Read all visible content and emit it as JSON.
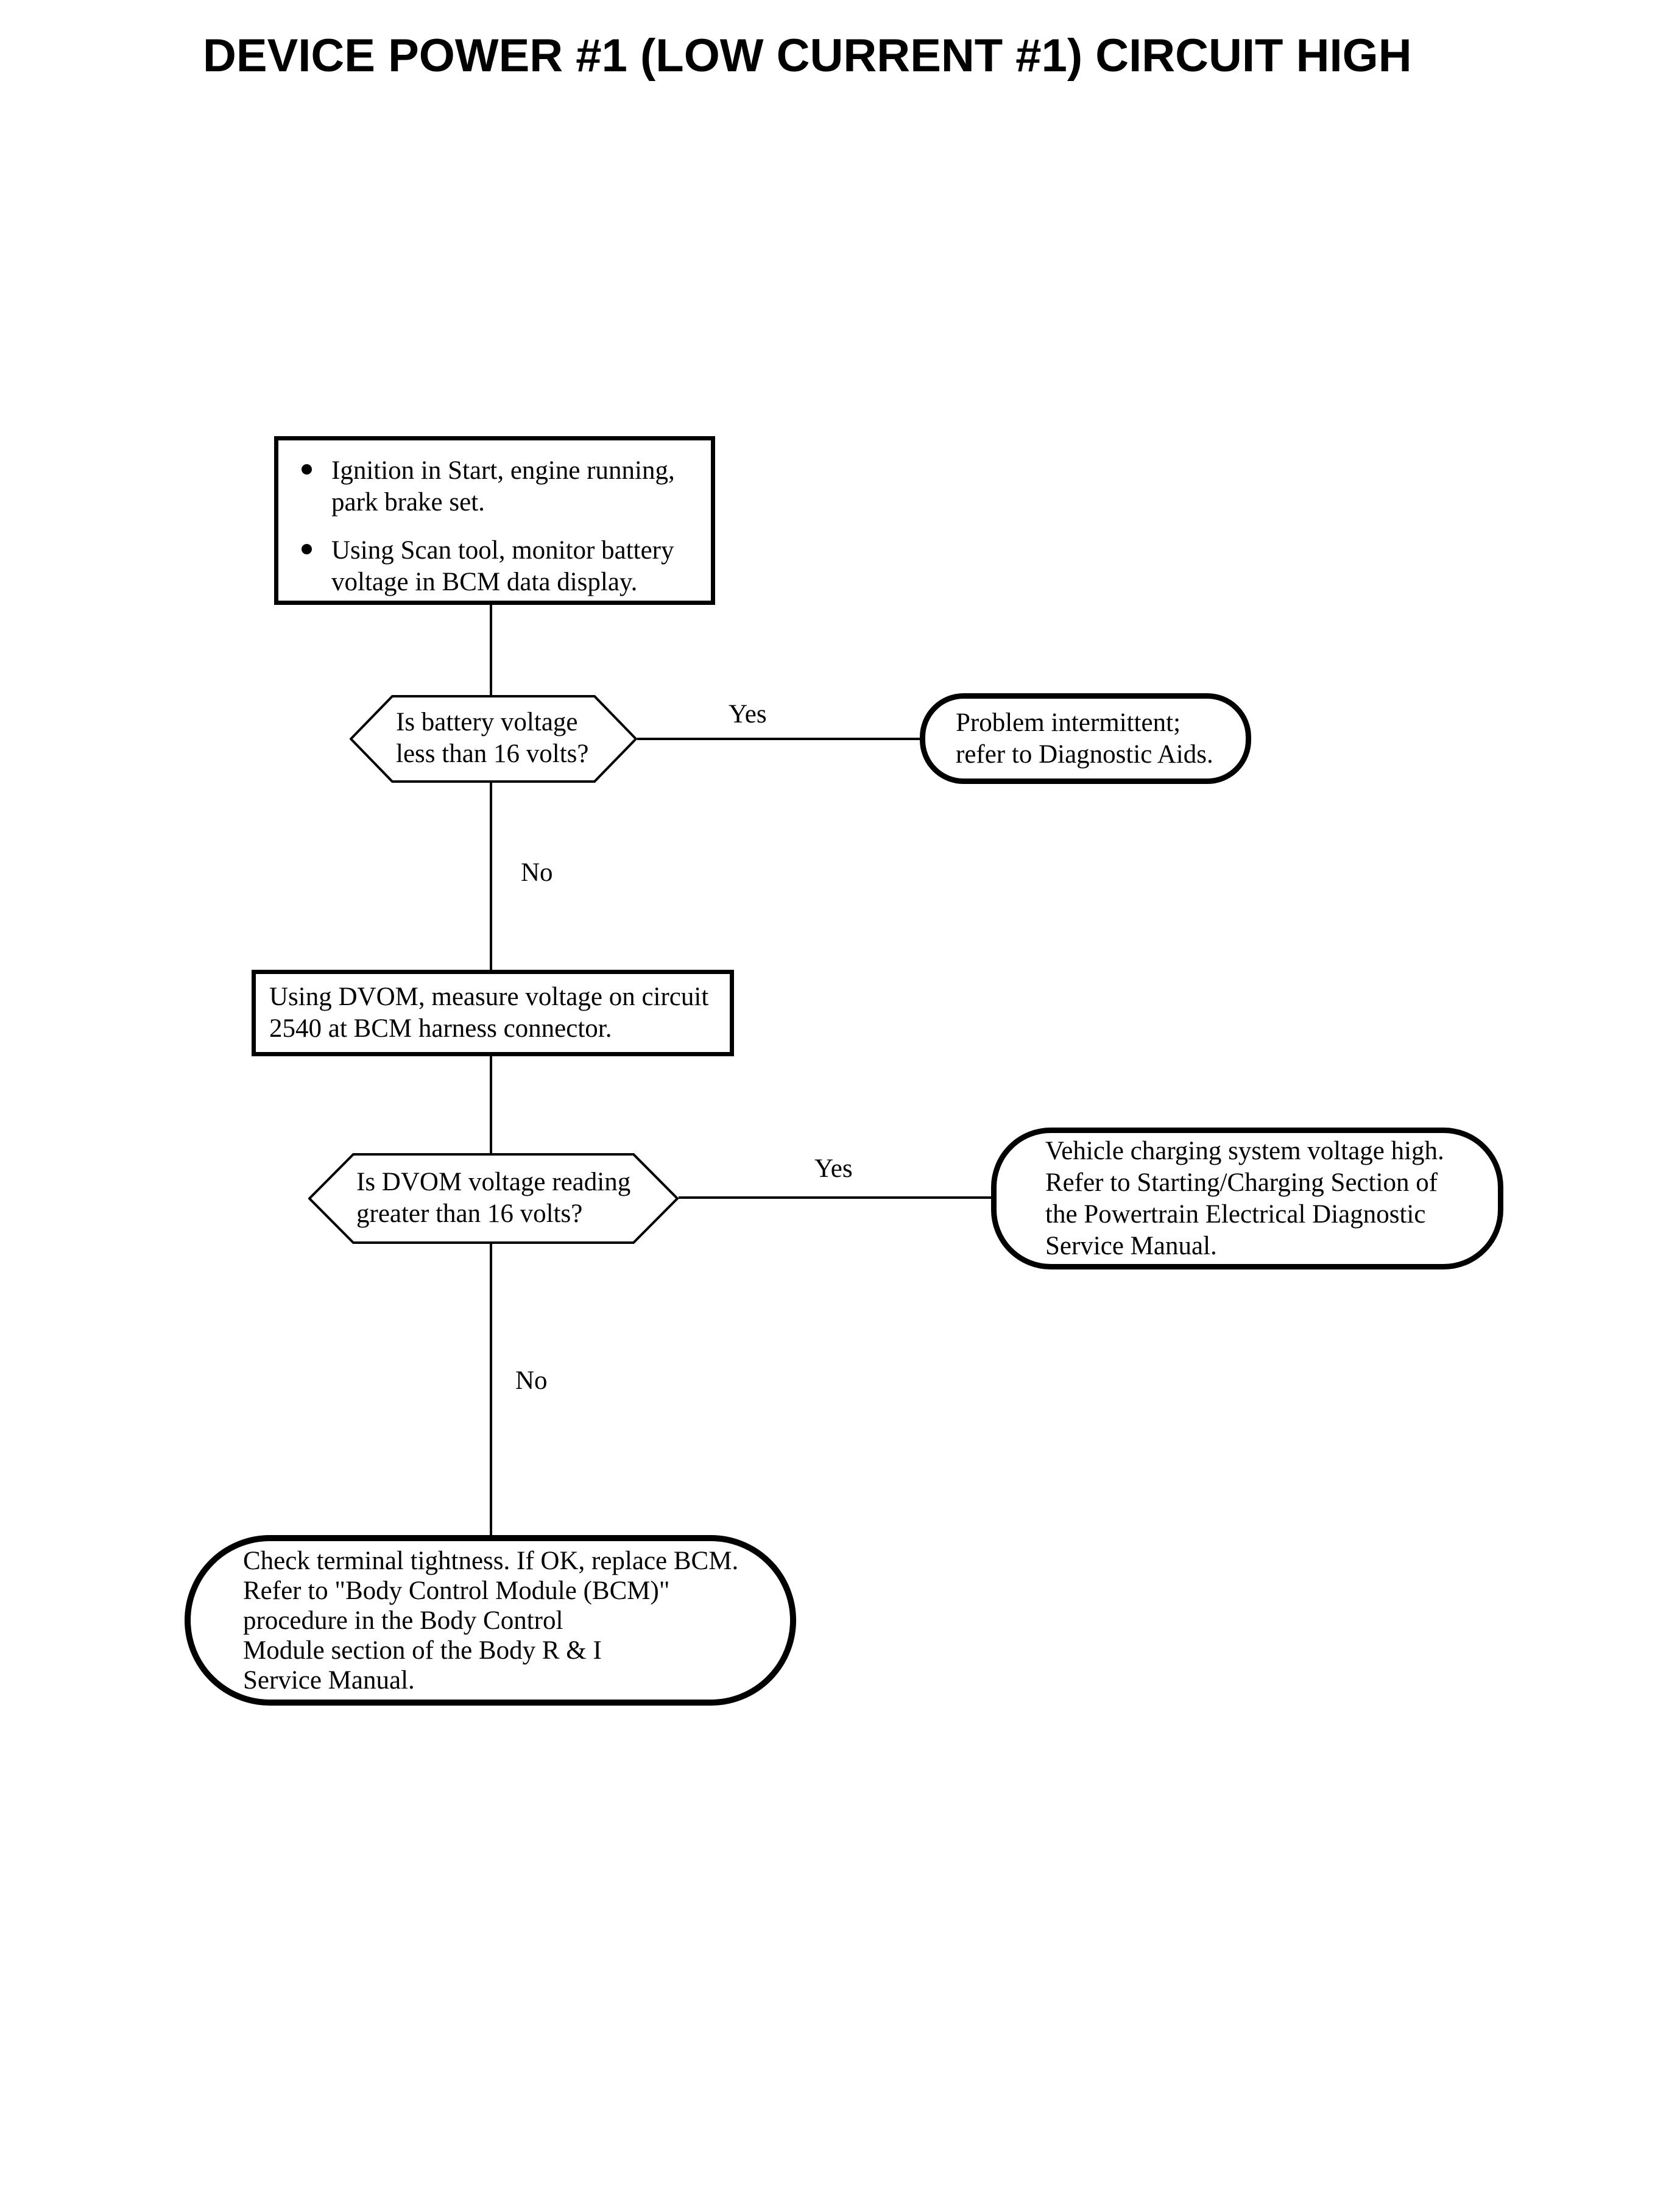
{
  "page": {
    "title": "DEVICE POWER #1 (LOW CURRENT #1) CIRCUIT HIGH"
  },
  "colors": {
    "ink": "#000000",
    "paper": "#ffffff"
  },
  "flowchart": {
    "start_box": {
      "bullets": [
        "Ignition in Start, engine running,\npark brake set.",
        "Using Scan tool, monitor battery\nvoltage in BCM data display."
      ]
    },
    "decision_battery": {
      "text": "Is battery voltage\nless than 16 volts?",
      "yes_label": "Yes",
      "no_label": "No"
    },
    "result_intermittent": {
      "text": "Problem intermittent;\nrefer to Diagnostic Aids."
    },
    "action_measure": {
      "text": "Using DVOM, measure voltage on circuit\n2540 at BCM harness connector."
    },
    "decision_dvom": {
      "text": "Is DVOM voltage reading\ngreater than 16 volts?",
      "yes_label": "Yes",
      "no_label": "No"
    },
    "result_charging": {
      "text": "Vehicle charging system voltage high.\nRefer to Starting/Charging Section of\nthe Powertrain Electrical Diagnostic\nService Manual."
    },
    "result_replace": {
      "text": "Check terminal tightness. If OK, replace BCM.\nRefer to \"Body Control Module (BCM)\"\nprocedure in the Body Control\nModule section of the Body R & I\nService Manual."
    }
  }
}
